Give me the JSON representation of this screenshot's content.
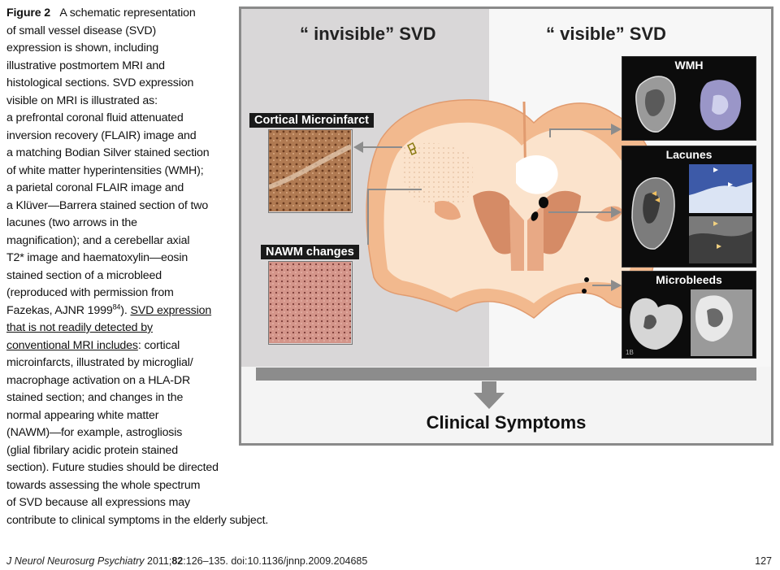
{
  "caption": {
    "figure_label": "Figure 2",
    "lines": [
      "A schematic representation",
      "of small vessel disease (SVD)",
      "expression is shown, including",
      "illustrative postmortem MRI and",
      "histological sections. SVD expression",
      "visible on MRI is illustrated as:",
      "a prefrontal coronal fluid attenuated",
      "inversion recovery (FLAIR) image and",
      "a matching Bodian Silver stained section",
      "of white matter hyperintensities (WMH);",
      "a parietal coronal FLAIR image and",
      "a Klüver—Barrera stained section of two",
      "lacunes (two arrows in the",
      "magnification); and a cerebellar axial",
      "T2* image and haematoxylin—eosin",
      "stained section of a microbleed",
      "(reproduced with permission from",
      "Fazekas, AJNR 1999",
      "SVD expression",
      "that is not readily detected by",
      "conventional MRI includes",
      ": cortical",
      "microinfarcts, illustrated by microglial/",
      "macrophage activation on a HLA-DR",
      "stained section; and changes in the",
      "normal appearing white matter",
      "(NAWM)—for example, astrogliosis",
      "(glial fibrilary acidic protein stained",
      "section). Future studies should be directed",
      "towards assessing the whole spectrum",
      "of SVD because all expressions may",
      "contribute to clinical symptoms in the elderly subject."
    ],
    "ref_sup": "84",
    "ref_close": ")."
  },
  "figure": {
    "invisible_heading": "“ invisible” SVD",
    "visible_heading": "“ visible” SVD",
    "cortical_label": "Cortical Microinfarct",
    "nawm_label": "NAWM changes",
    "wmh_label": "WMH",
    "lacunes_label": "Lacunes",
    "microbleeds_label": "Microbleeds",
    "micro_corner": "1B",
    "clinical": "Clinical Symptoms"
  },
  "footer": {
    "journal": "J Neurol Neurosurg Psychiatry",
    "year": "2011;",
    "volume": "82",
    "pages": ":126–135. doi:10.1136/jnnp.2009.204685",
    "page_number": "127"
  },
  "colors": {
    "invisible_bg": "#d9d7d8",
    "visible_bg": "#f7f7f7",
    "grey_matter": "#f2b98e",
    "white_matter": "#fbe3cc",
    "deep_nuclei": "#d58b66"
  }
}
